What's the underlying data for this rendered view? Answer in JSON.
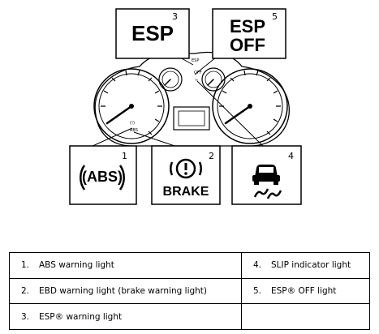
{
  "callouts": {
    "esp": {
      "label": "ESP",
      "number": "3"
    },
    "esp_off": {
      "line1": "ESP",
      "line2": "OFF",
      "number": "5"
    },
    "abs": {
      "label": "(ABS)",
      "number": "1"
    },
    "brake": {
      "label": "BRAKE",
      "symbol": "(!)",
      "number": "2"
    },
    "slip": {
      "icon": "car-skid-icon",
      "number": "4"
    }
  },
  "legend": {
    "rows": [
      [
        {
          "idx": "1.",
          "text": "ABS warning light"
        },
        {
          "idx": "4.",
          "text": "SLIP indicator light"
        }
      ],
      [
        {
          "idx": "2.",
          "text": "EBD warning light (brake warning light)"
        },
        {
          "idx": "5.",
          "text": "ESP® OFF light"
        }
      ],
      [
        {
          "idx": "3.",
          "text": "ESP® warning light"
        },
        {
          "idx": "",
          "text": ""
        }
      ]
    ]
  }
}
